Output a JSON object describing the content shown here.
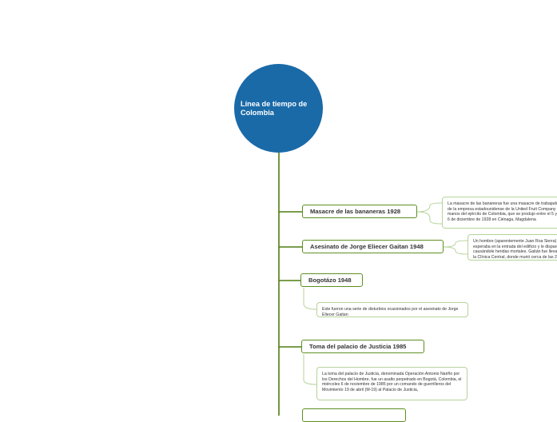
{
  "root": {
    "title": "Línea de tiempo de Colombia"
  },
  "topics": [
    {
      "label": "Masacre de las bananeras 1928"
    },
    {
      "label": "Asesinato de Jorge Eliecer Gaitan 1948"
    },
    {
      "label": "Bogotázo 1948"
    },
    {
      "label": "Toma del palacio de Justicia 1985"
    }
  ],
  "notes": [
    {
      "text": "La masacre de las bananeras fue una masacre de trabajadores de la empresa estadounidense de la United Fruit Company a manos del ejército de Colombia, que se produjo entre el 5 y el 6 de diciembre de 1928 en Ciénaga, Magdalena"
    },
    {
      "text": "Un hombre (aparentemente Juan Roa Sierra) lo esperaba en la entrada del edificio y le disparó, causándole heridas mortales. Gaitán fue llevado a la Clínica Central, donde murió cerca de las 2:05 p.m."
    },
    {
      "text": "Este fueron una serie de disturbios ocasionados por el asesinato de Jorge Eliecer Gaitan"
    },
    {
      "text": "La toma del palacio de Justicia, denominada Operación Antonio Nariño por los Derechos del Hombre, fue un asalto perpetrado en Bogotá, Colombia, el miércoles 6 de noviembre de 1985 por un comando de guerrilleros del Movimiento 19 de abril (M-19) al Palacio de Justicia,"
    }
  ],
  "colors": {
    "root": "#1a6aa8",
    "branch": "#4f7d12",
    "topic_border": "#5d8f1f",
    "note_border": "#b6d39a"
  }
}
